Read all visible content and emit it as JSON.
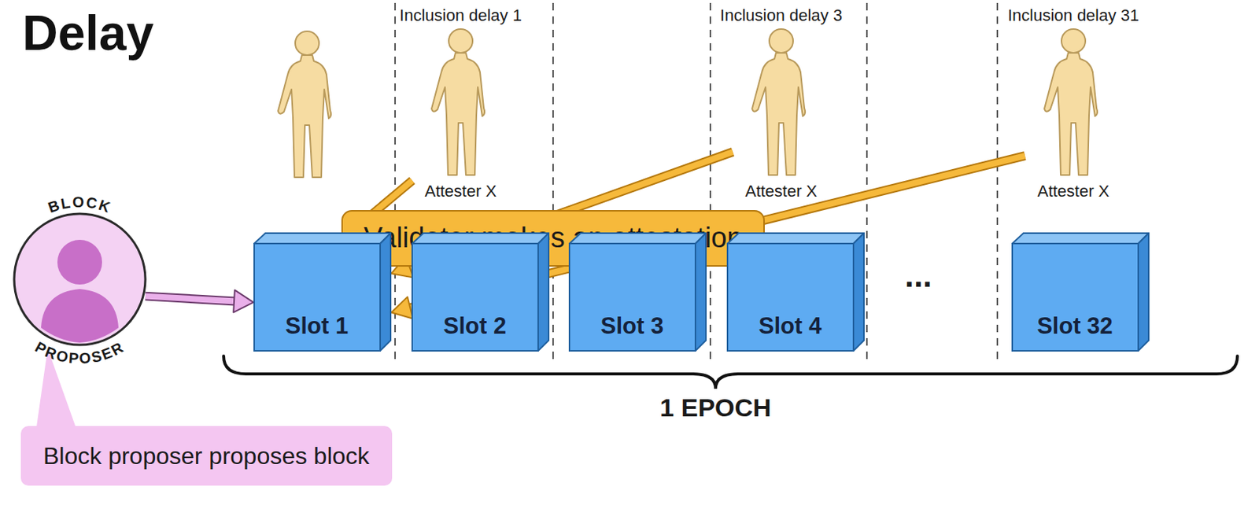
{
  "diagram": {
    "title": "Delay",
    "nodes": [
      {
        "text": [
          "BLOCK",
          "PROPOSER"
        ]
      },
      {
        "text": [
          "Attester X"
        ]
      },
      {
        "text": [
          "Attester X"
        ]
      },
      {
        "text": [
          "Attester X"
        ]
      },
      {
        "text": [
          "Validator makes an attestation"
        ]
      },
      {
        "text": [
          "Slot 1"
        ]
      },
      {
        "text": [
          "Slot 2"
        ]
      },
      {
        "text": [
          "Slot 3"
        ]
      },
      {
        "text": [
          "Slot 4"
        ]
      },
      {
        "text": [
          "Slot 32"
        ]
      },
      {
        "text": [
          "Block proposer proposes block"
        ]
      }
    ],
    "edges": [
      {
        "from": 0,
        "to": 5,
        "arrow": "to"
      },
      {
        "from": 1,
        "to": 5,
        "arrow": "to"
      },
      {
        "from": 2,
        "to": 5,
        "arrow": "to"
      },
      {
        "from": 3,
        "to": 5,
        "arrow": "to"
      }
    ],
    "labels": [
      "Inclusion delay 1",
      "Inclusion delay 3",
      "Inclusion delay 31",
      "...",
      "1 EPOCH"
    ]
  }
}
